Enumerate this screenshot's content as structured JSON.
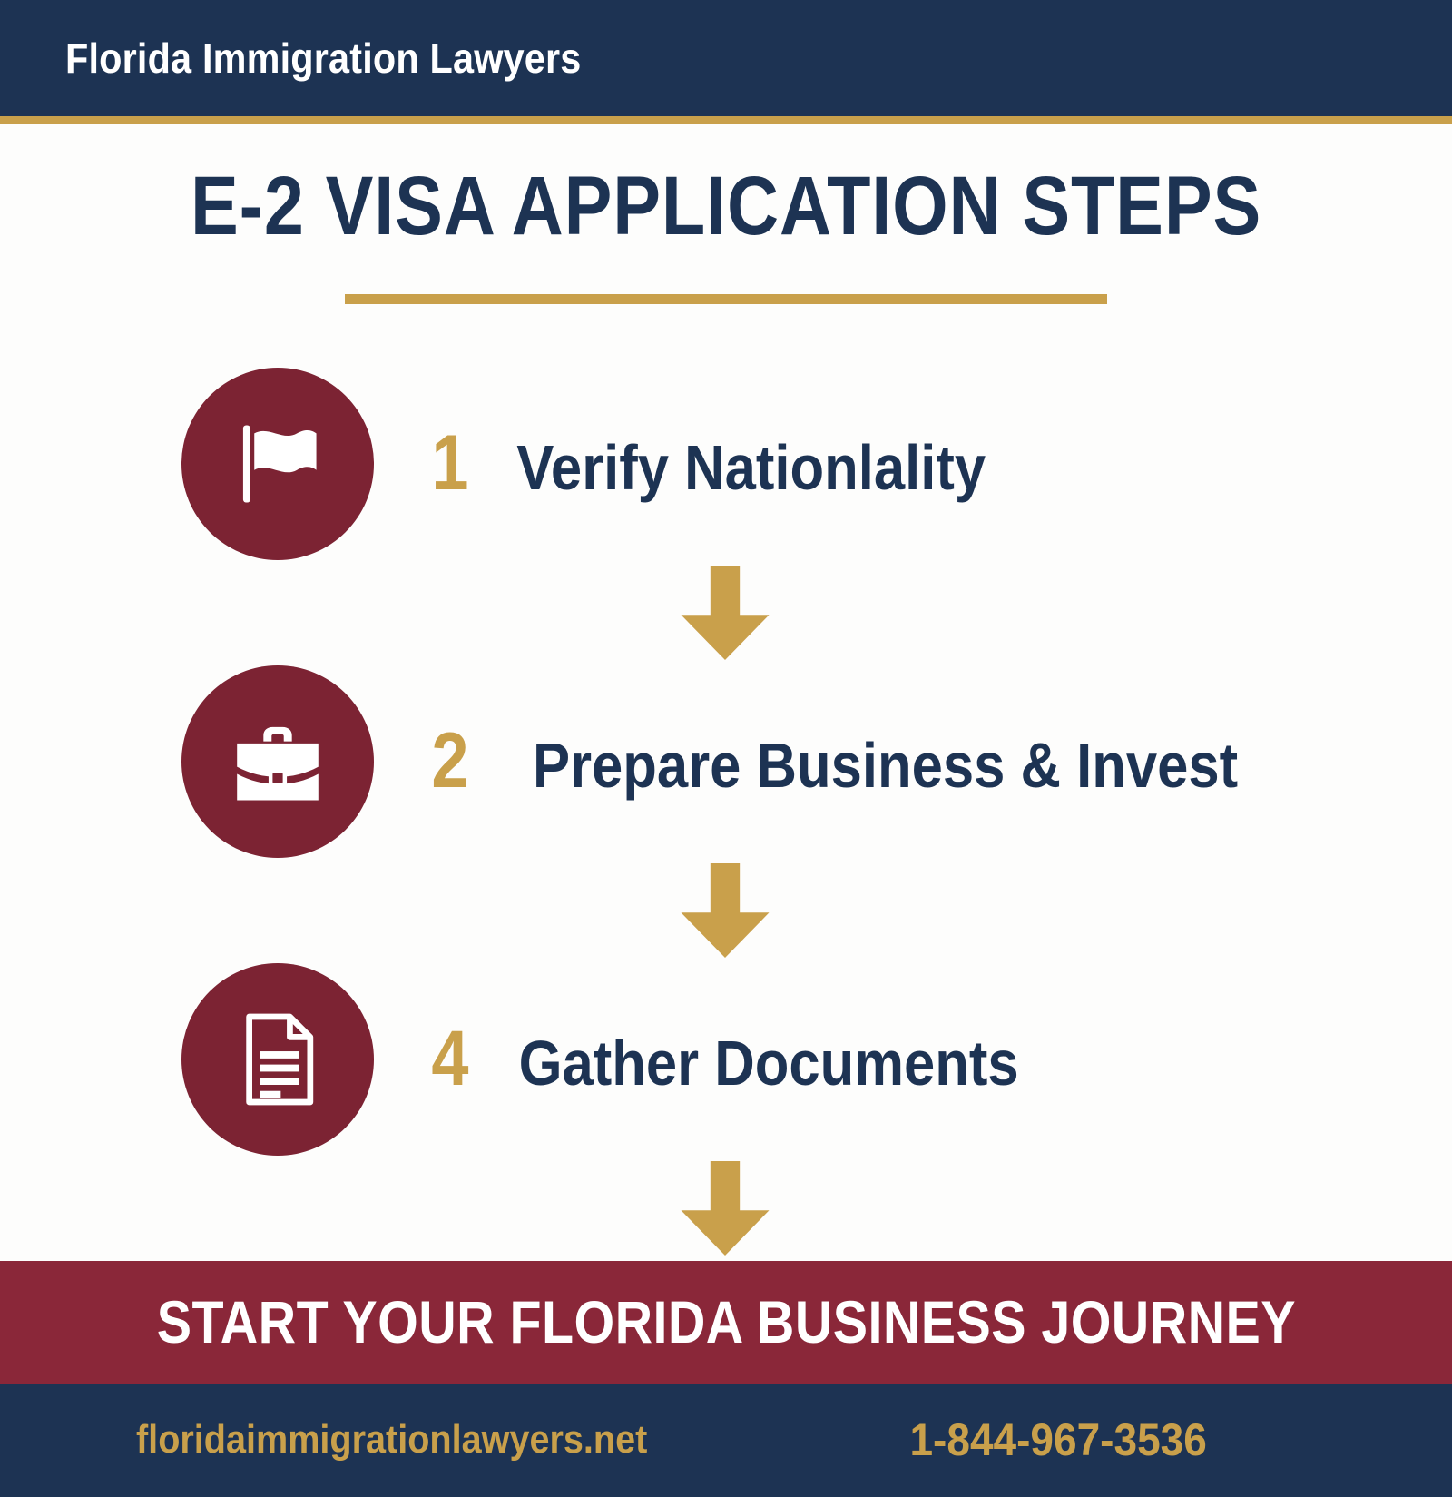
{
  "header": {
    "brand": "Florida Immigration Lawyers",
    "background_color": "#1d3353",
    "accent_rule_color": "#c9a04b"
  },
  "title": {
    "text": "E-2 VISA APPLICATION STEPS",
    "color": "#1d3353",
    "underline_color": "#c9a04b"
  },
  "colors": {
    "navy": "#1d3353",
    "gold": "#c9a04b",
    "maroon_circle": "#7c2333",
    "maroon_band": "#8a2739",
    "page_background": "#fdfdfc",
    "white": "#ffffff"
  },
  "steps": [
    {
      "number": "1",
      "label": "Verify Nationlality",
      "icon": "flag-icon"
    },
    {
      "number": "2",
      "label": "Prepare Business & Invest",
      "icon": "briefcase-icon"
    },
    {
      "number": "4",
      "label": "Gather Documents",
      "icon": "document-icon"
    }
  ],
  "connectors": [
    {
      "icon": "arrow-down-icon"
    },
    {
      "icon": "arrow-down-icon"
    },
    {
      "icon": "arrow-down-icon"
    }
  ],
  "cta": {
    "text": "START YOUR FLORIDA BUSINESS JOURNEY",
    "background_color": "#8a2739",
    "text_color": "#ffffff"
  },
  "footer": {
    "website": "floridaimmigrationlawyers.net",
    "phone": "1-844-967-3536",
    "background_color": "#1d3353",
    "text_color": "#c9a04b"
  }
}
